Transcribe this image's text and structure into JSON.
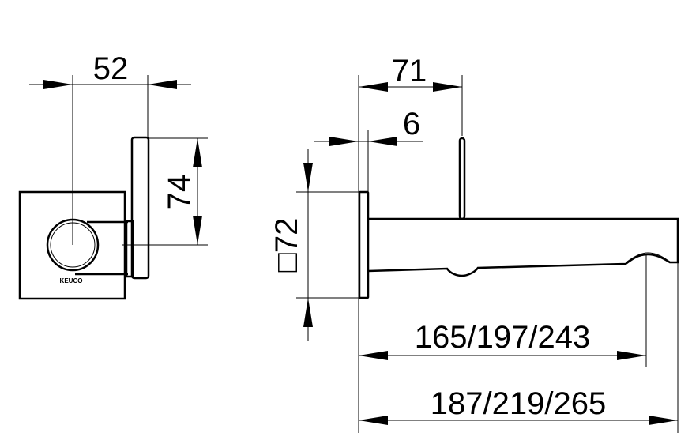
{
  "front_view": {
    "width_dim": "52",
    "height_dim": "74",
    "brand_logo": "KEUCO"
  },
  "side_view": {
    "depth_dim": "71",
    "flange_dim": "6",
    "rosette_dim": "□72",
    "spout_outlet_dim": "165/197/243",
    "spout_total_dim": "187/219/265"
  },
  "colors": {
    "line": "#000000",
    "background": "#ffffff"
  }
}
